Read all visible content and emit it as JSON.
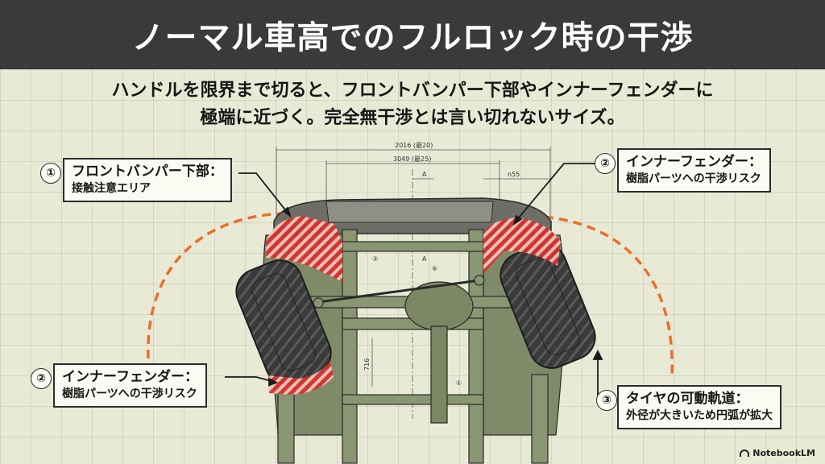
{
  "title": "ノーマル車高でのフルロック時の干渉",
  "subtitle_lines": [
    "ハンドルを限界まで切ると、フロントバンパー下部やインナーフェンダーに",
    "極端に近づく。完全無干渉とは言い切れないサイズ。"
  ],
  "callouts": {
    "bumper": {
      "number": "①",
      "title": "フロントバンパー下部：",
      "sub": "接触注意エリア"
    },
    "fender_right": {
      "number": "②",
      "title": "インナーフェンダー：",
      "sub": "樹脂パーツへの干渉リスク"
    },
    "fender_left": {
      "number": "②",
      "title": "インナーフェンダー：",
      "sub": "樹脂パーツへの干渉リスク"
    },
    "tire_path": {
      "number": "③",
      "title": "タイヤの可動軌道：",
      "sub": "外径が大きいため円弧が拡大"
    }
  },
  "dimensions": {
    "overall": "2016 (最20)",
    "inner": "3049 (最25)",
    "offset": "n55",
    "height": "716",
    "section": "A",
    "ref1": "①",
    "ref3": "③",
    "ref6": "⑥"
  },
  "brand": "NotebookLM",
  "colors": {
    "title_bar": "#3a3a3a",
    "background": "#e9ead6",
    "interference": "#d9302c",
    "arc": "#e8702a",
    "chassis": "#8a9572"
  },
  "icons": {
    "brand": "notebooklm-logo-icon"
  }
}
